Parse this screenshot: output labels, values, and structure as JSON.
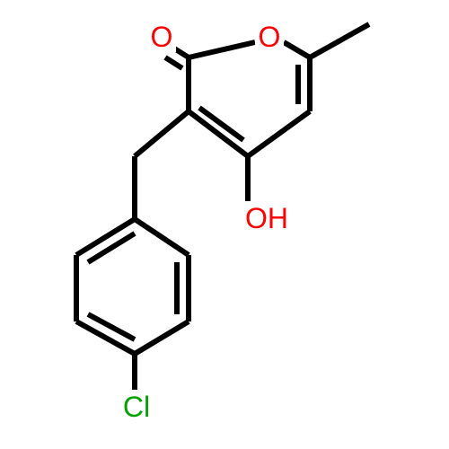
{
  "molecule": {
    "atoms": {
      "carbonyl_o": {
        "label": "O",
        "color": "#ff0000"
      },
      "ring_o": {
        "label": "O",
        "color": "#ff0000"
      },
      "hydroxyl": {
        "label": "OH",
        "color": "#ff0000"
      },
      "chlorine": {
        "label": "Cl",
        "color": "#00a000"
      }
    },
    "bond_color": "#000000",
    "background": "#ffffff"
  }
}
